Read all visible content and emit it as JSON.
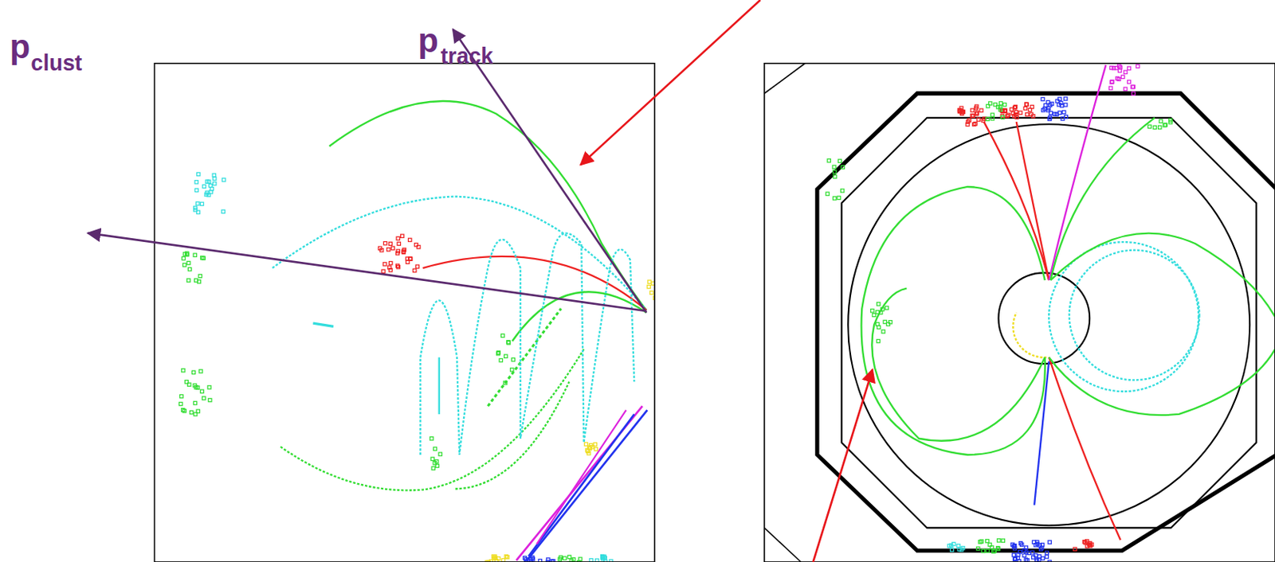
{
  "diagram": {
    "labels": [
      "p",
      "track",
      "p",
      "clust"
    ]
  }
}
